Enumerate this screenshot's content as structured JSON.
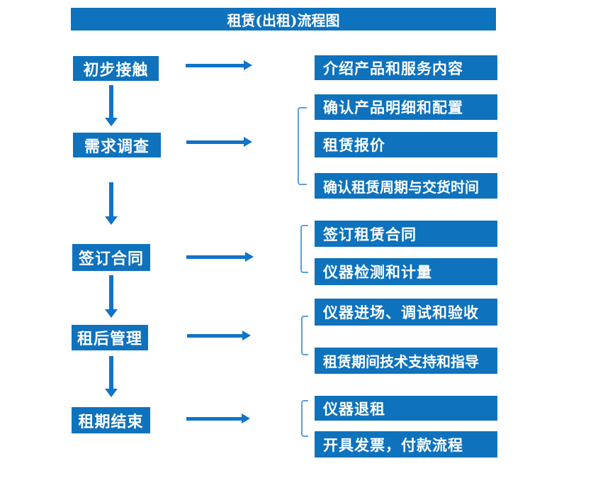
{
  "title": "租赁(出租)流程图",
  "colors": {
    "primary_blue": "#0e72bd",
    "arrow_blue": "#1173c9",
    "bracket_blue": "#5e9fd8",
    "text_white": "#ffffff"
  },
  "steps": [
    {
      "label": "初步接触",
      "children": [
        "介绍产品和服务内容"
      ]
    },
    {
      "label": "需求调查",
      "children": [
        "确认产品明细和配置",
        "租赁报价",
        "确认租赁周期与交货时间"
      ]
    },
    {
      "label": "签订合同",
      "children": [
        "签订租赁合同",
        "仪器检测和计量"
      ]
    },
    {
      "label": "租后管理",
      "children": [
        "仪器进场、调试和验收",
        "租赁期间技术支持和指导"
      ]
    },
    {
      "label": "租期结束",
      "children": [
        "仪器退租",
        "开具发票，付款流程"
      ]
    }
  ]
}
